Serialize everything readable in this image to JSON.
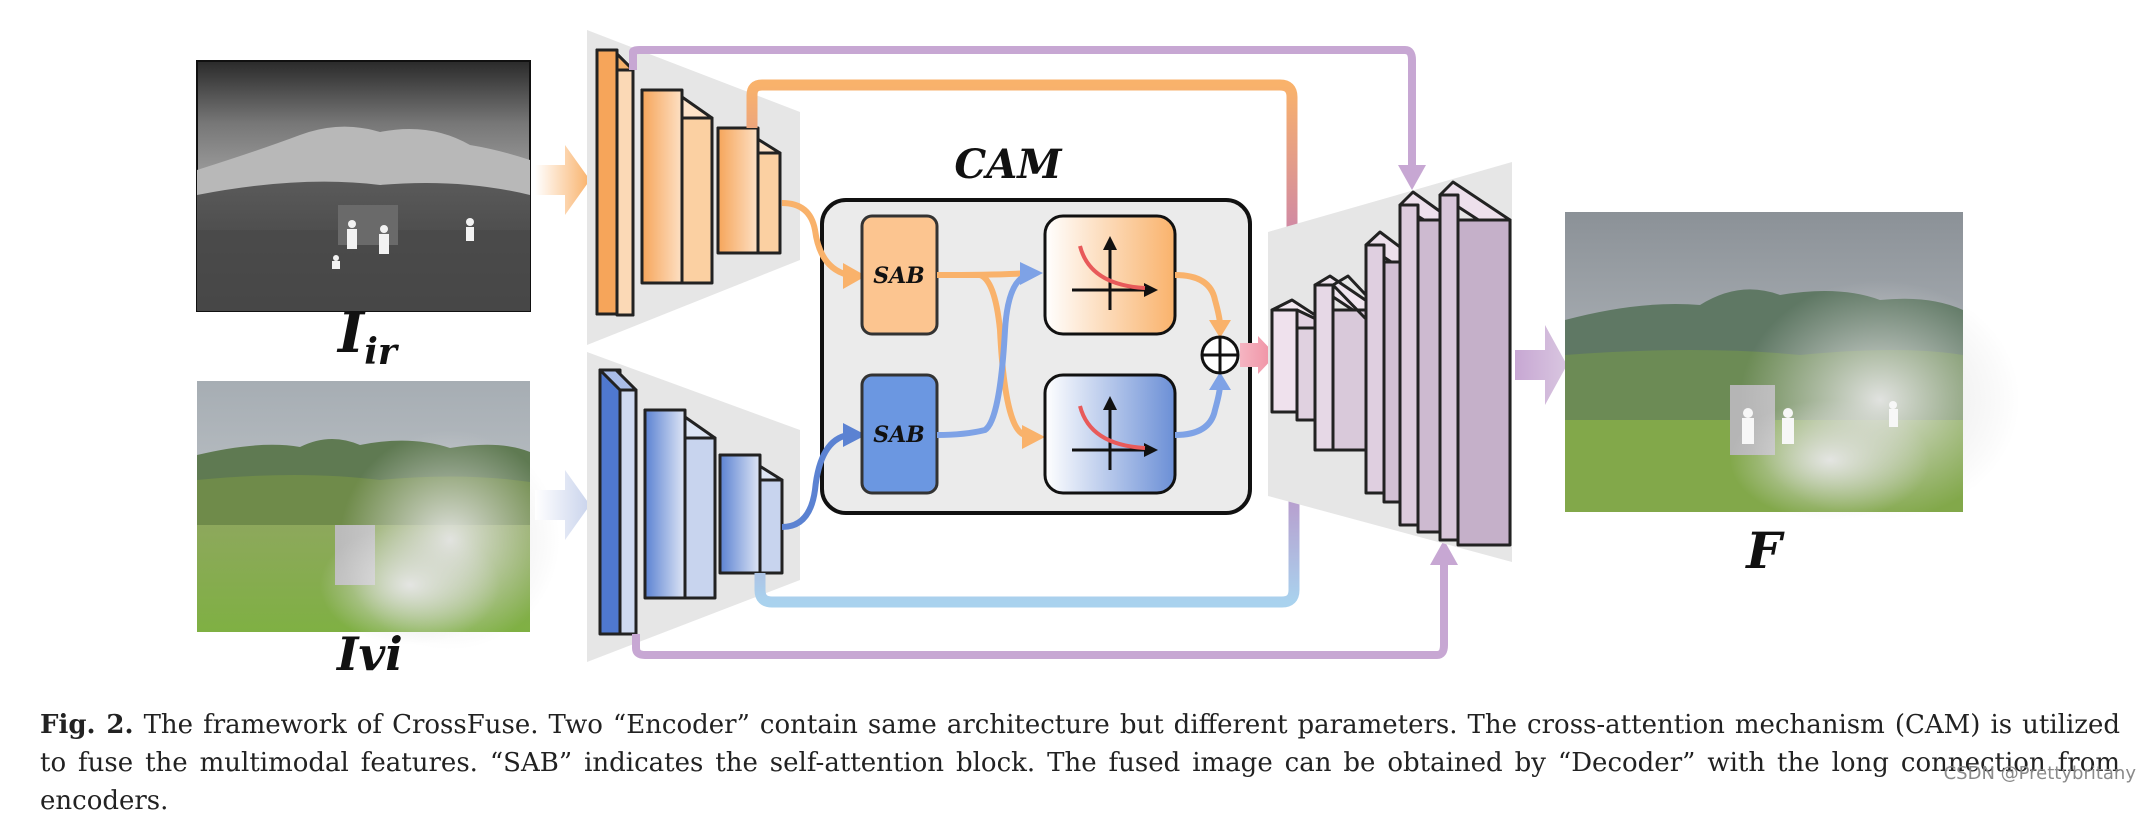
{
  "labels": {
    "ir_main": "I",
    "ir_sub": "ir",
    "vi_label": "Ivi",
    "fused": "F",
    "cam": "CAM",
    "sab_top": "SAB",
    "sab_bottom": "SAB"
  },
  "caption": {
    "fig_label": "Fig. 2.",
    "text": "The framework of CrossFuse. Two “Encoder” contain same architecture but different parameters. The cross-attention mechanism (CAM) is utilized to fuse the multimodal features. “SAB” indicates the self-attention block. The fused image can be obtained by “Decoder” with the long connection from encoders."
  },
  "watermark": "CSDN @Prettybritany",
  "colors": {
    "orange": "#f9b26b",
    "blue": "#6b8fd6",
    "purple": "#c7a7d3",
    "lightblue": "#a9d2ee",
    "pink": "#ef8ea1",
    "panel": "#e6e6e6"
  }
}
